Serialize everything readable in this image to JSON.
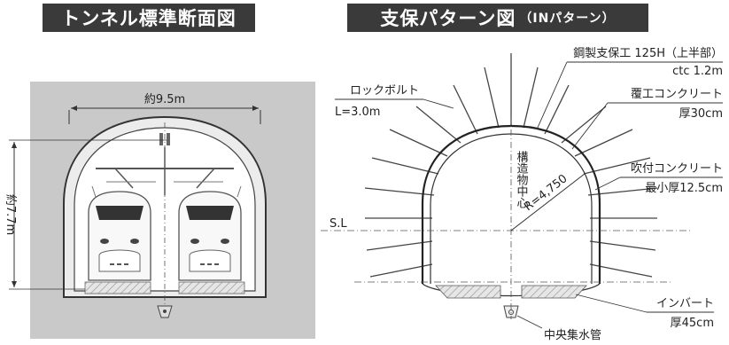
{
  "left_panel": {
    "title": "トンネル標準断面図",
    "width_label": "約9.5m",
    "height_label": "約7.7m"
  },
  "right_panel": {
    "title": "支保パターン図",
    "title_suffix": "（INパターン）",
    "rock_bolt": {
      "name": "ロックボルト",
      "spec": "L=3.0m"
    },
    "steel_support": {
      "name": "鋼製支保工 125H（上半部）",
      "spec": "ctc 1.2m"
    },
    "lining": {
      "name": "覆工コンクリート",
      "spec": "厚30cm"
    },
    "shotcrete": {
      "name": "吹付コンクリート",
      "spec": "最小厚12.5cm"
    },
    "structure_center": "構造物中心",
    "radius_label": "R=4,750",
    "spring_line": "S.L",
    "invert": {
      "name": "インバート",
      "spec": "厚45cm"
    },
    "drain": "中央集水管"
  }
}
